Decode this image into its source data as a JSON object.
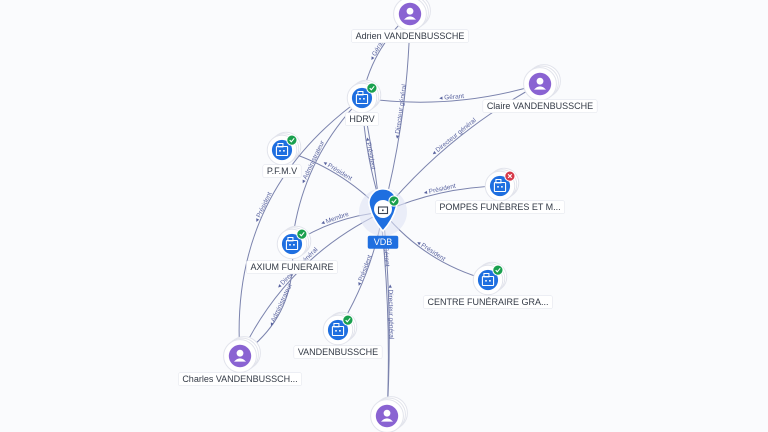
{
  "colors": {
    "company": "#1f6fe0",
    "person": "#8a63d2",
    "active_badge": "#1aa04e",
    "inactive_badge": "#d63a4a",
    "edge": "#7b83ad"
  },
  "nodes": [
    {
      "id": "adrien",
      "kind": "person",
      "label": "Adrien VANDENBUSSCHE",
      "icon": "person-icon"
    },
    {
      "id": "hdrv",
      "kind": "company",
      "label": "HDRV",
      "icon": "building-icon",
      "badge": "active"
    },
    {
      "id": "claire",
      "kind": "person",
      "label": "Claire VANDENBUSSCHE",
      "icon": "person-icon"
    },
    {
      "id": "pfmv",
      "kind": "company",
      "label": "P.F.M.V",
      "icon": "building-icon",
      "badge": "active"
    },
    {
      "id": "pompes",
      "kind": "company",
      "label": "POMPES FUNÈBRES ET M...",
      "icon": "building-icon",
      "badge": "inactive"
    },
    {
      "id": "vdb",
      "kind": "center",
      "label": "VDB",
      "icon": "building-icon",
      "badge": "active"
    },
    {
      "id": "axium",
      "kind": "company",
      "label": "AXIUM FUNERAIRE",
      "icon": "building-icon",
      "badge": "active"
    },
    {
      "id": "centre",
      "kind": "company",
      "label": "CENTRE FUNÉRAIRE GRA...",
      "icon": "building-icon",
      "badge": "active"
    },
    {
      "id": "vandenbussche",
      "kind": "company",
      "label": "VANDENBUSSCHE",
      "icon": "building-icon",
      "badge": "active"
    },
    {
      "id": "charles",
      "kind": "person",
      "label": "Charles VANDENBUSSCH...",
      "icon": "person-icon"
    },
    {
      "id": "bottom_person",
      "kind": "person",
      "label": "",
      "icon": "person-icon"
    }
  ],
  "edges": [
    {
      "from": "adrien",
      "to": "hdrv",
      "label": "Gérant"
    },
    {
      "from": "adrien",
      "to": "vdb",
      "label": "Directeur général"
    },
    {
      "from": "claire",
      "to": "hdrv",
      "label": "Gérant"
    },
    {
      "from": "claire",
      "to": "vdb",
      "label": "Directeur général"
    },
    {
      "from": "hdrv",
      "to": "vdb",
      "label": "Président"
    },
    {
      "from": "hdrv",
      "to": "axium",
      "label": "Administrateur"
    },
    {
      "from": "pfmv",
      "to": "vdb",
      "label": "Président"
    },
    {
      "from": "vdb",
      "to": "pompes",
      "label": "Président"
    },
    {
      "from": "vdb",
      "to": "axium",
      "label": "Membre"
    },
    {
      "from": "vdb",
      "to": "centre",
      "label": "Président"
    },
    {
      "from": "vdb",
      "to": "vandenbussche",
      "label": "Président"
    },
    {
      "from": "charles",
      "to": "hdrv",
      "label": "Président"
    },
    {
      "from": "charles",
      "to": "axium",
      "label": "Administrateur"
    },
    {
      "from": "charles",
      "to": "vdb",
      "label": "Directeur général"
    },
    {
      "from": "bottom_person",
      "to": "vdb",
      "label": "Directeur général"
    },
    {
      "from": "bottom_person",
      "to": "hdrv",
      "label": "Gérant"
    }
  ]
}
